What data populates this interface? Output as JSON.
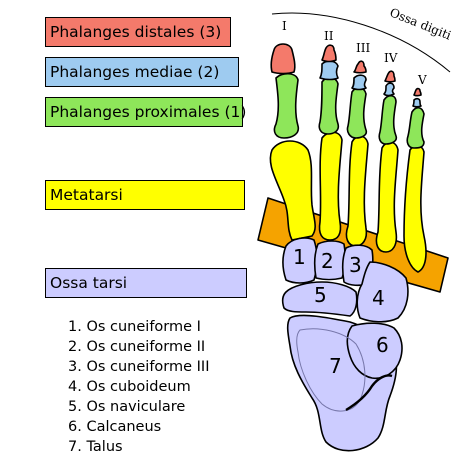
{
  "colors": {
    "distal": "#f47a6b",
    "medial": "#9ecbf0",
    "proximal": "#8ee65a",
    "metatarsal": "#ffff00",
    "tarsal": "#ccccff",
    "band": "#f5a300"
  },
  "legend": {
    "distal": "Phalanges distales (3)",
    "medial": "Phalanges mediae (2)",
    "proximal": "Phalanges proximales (1)",
    "metatarsal": "Metatarsi",
    "tarsal": "Ossa tarsi"
  },
  "list": [
    "1. Os cuneiforme I",
    "2. Os cuneiforme II",
    "3. Os cuneiforme III",
    "4. Os cuboideum",
    "5. Os naviculare",
    "6. Calcaneus",
    "7. Talus"
  ],
  "digits": {
    "title": "Ossa digiti",
    "numerals": [
      "I",
      "II",
      "III",
      "IV",
      "V"
    ]
  },
  "bone_numbers": [
    "1",
    "2",
    "3",
    "4",
    "5",
    "6",
    "7"
  ]
}
